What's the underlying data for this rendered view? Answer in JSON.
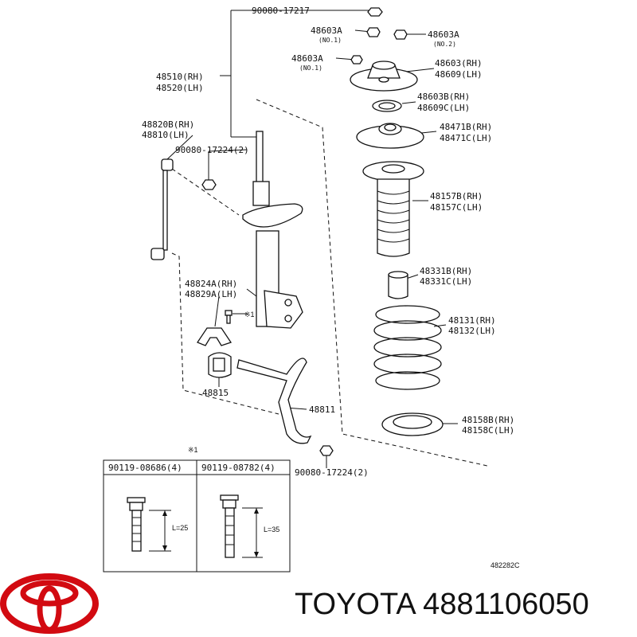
{
  "diagram_code": "482282C",
  "note_mark": "※1",
  "brand_text": "TOYOTA 4881106050",
  "brand_color": "#d20a11",
  "labels": {
    "top_nut": "90080-17217",
    "mount_no1_a": "48603A",
    "mount_no1_a_sub": "(NO.1)",
    "mount_no2": "48603A",
    "mount_no2_sub": "(NO.2)",
    "mount_no1_b": "48603A",
    "mount_no1_b_sub": "(NO.1)",
    "mount_rh": "48603(RH)",
    "mount_lh": "48609(LH)",
    "bearing_rh": "48603B(RH)",
    "bearing_lh": "48609C(LH)",
    "upper_seat_rh": "48471B(RH)",
    "upper_seat_lh": "48471C(LH)",
    "boot_rh": "48157B(RH)",
    "boot_lh": "48157C(LH)",
    "bumper_rh": "48331B(RH)",
    "bumper_lh": "48331C(LH)",
    "spring_rh": "48131(RH)",
    "spring_lh": "48132(LH)",
    "lower_insulator_rh": "48158B(RH)",
    "lower_insulator_lh": "48158C(LH)",
    "strut_rh": "48510(RH)",
    "strut_lh": "48520(LH)",
    "link_rh": "48820B(RH)",
    "link_lh": "48810(LH)",
    "link_nut": "90080-17224(2)",
    "bracket_rh": "48824A(RH)",
    "bracket_lh": "48829A(LH)",
    "bracket_note": "※1",
    "bushing": "48815",
    "stabilizer_bar": "48811",
    "bar_nut": "90080-17224(2)"
  },
  "bolt_table": {
    "col1_header": "90119-08686(4)",
    "col2_header": "90119-08782(4)",
    "col1_length": "L=25",
    "col2_length": "L=35"
  }
}
